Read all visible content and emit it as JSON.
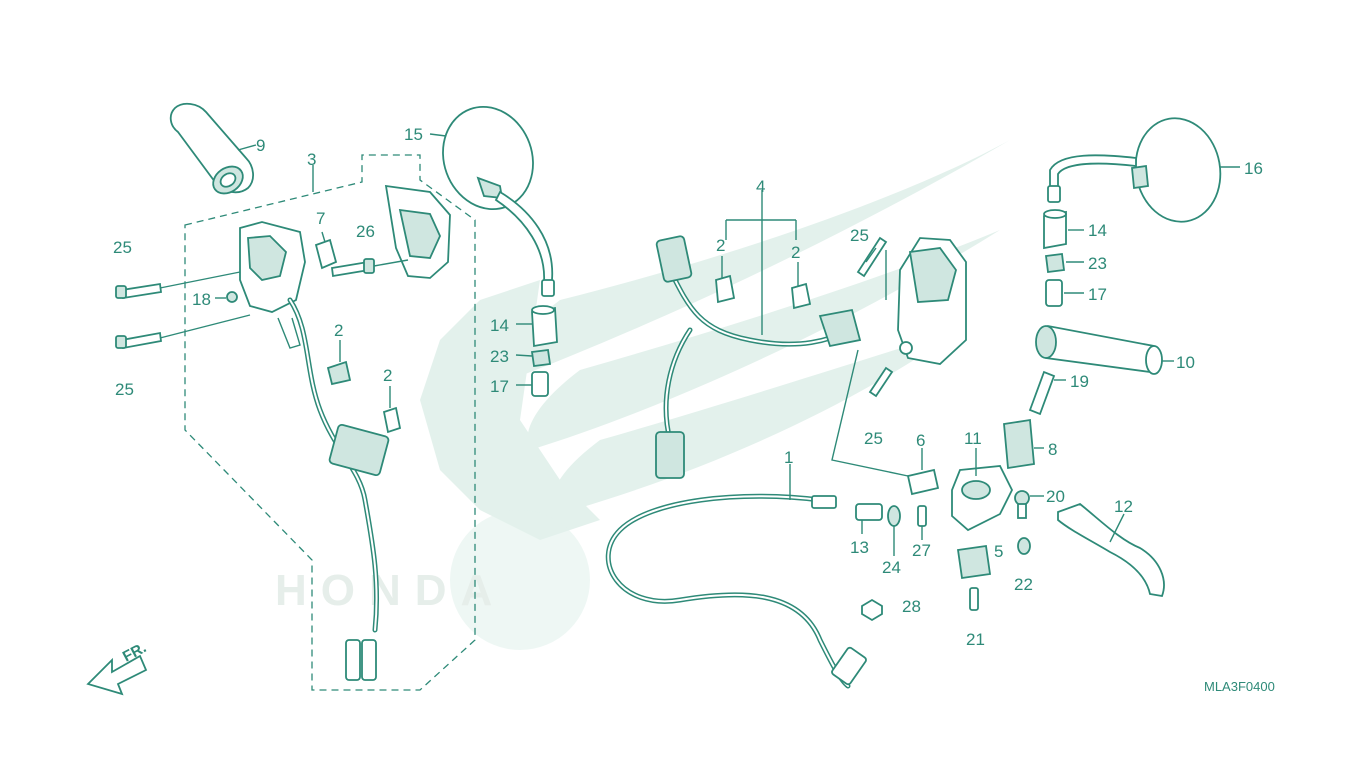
{
  "colors": {
    "ink": "#2e8a78",
    "watermark": "#e3f1ec",
    "background": "#ffffff"
  },
  "diagram_code": "MLA3F0400",
  "front_indicator": "FR.",
  "watermark_logo": "HONDA",
  "callouts": {
    "n1": "1",
    "n2a": "2",
    "n2b": "2",
    "n2c": "2",
    "n2d": "2",
    "n3": "3",
    "n4": "4",
    "n5": "5",
    "n6": "6",
    "n7": "7",
    "n8": "8",
    "n9": "9",
    "n10": "10",
    "n11": "11",
    "n12": "12",
    "n13": "13",
    "n14a": "14",
    "n14b": "14",
    "n15": "15",
    "n16": "16",
    "n17a": "17",
    "n17b": "17",
    "n18": "18",
    "n19": "19",
    "n20": "20",
    "n21": "21",
    "n22": "22",
    "n23a": "23",
    "n23b": "23",
    "n24": "24",
    "n25a": "25",
    "n25b": "25",
    "n25c": "25",
    "n25d": "25",
    "n26": "26",
    "n27": "27",
    "n28": "28"
  }
}
